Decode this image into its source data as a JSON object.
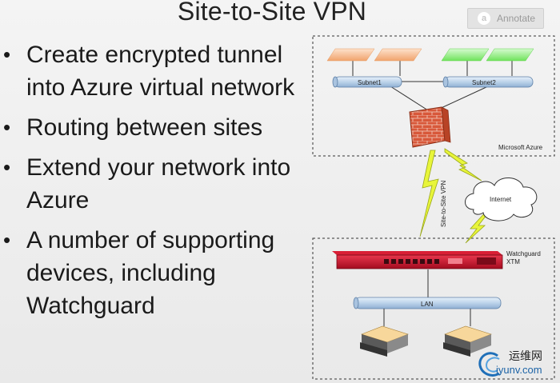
{
  "slide": {
    "title": "Site-to-Site VPN",
    "bullets": [
      "Create encrypted tunnel into Azure virtual network",
      "Routing between sites",
      "Extend your network into Azure",
      "A number of supporting devices, including Watchguard"
    ],
    "bullet_glyph": "•"
  },
  "toolbar": {
    "annotate_label": "Annotate",
    "annotate_icon": "annotate-icon"
  },
  "diagram": {
    "subnet1_label": "Subnet1",
    "subnet2_label": "Subnet2",
    "azure_label": "Microsoft Azure",
    "vpn_label": "Site-to-Site VPN",
    "internet_label": "Internet",
    "device_label_line1": "Watchguard",
    "device_label_line2": "XTM",
    "lan_label": "LAN",
    "colors": {
      "subnet_bar": "#c5dbee",
      "lan_bar": "#b9d0ea",
      "firewall": "#d85a3a",
      "device": "#c8102e",
      "bolt": "#e4f23a",
      "orange_node": "#f6b27e",
      "green_node": "#8ef07a"
    }
  },
  "watermark": {
    "cn_text": "运维网",
    "en_text": "iyunv.com"
  }
}
